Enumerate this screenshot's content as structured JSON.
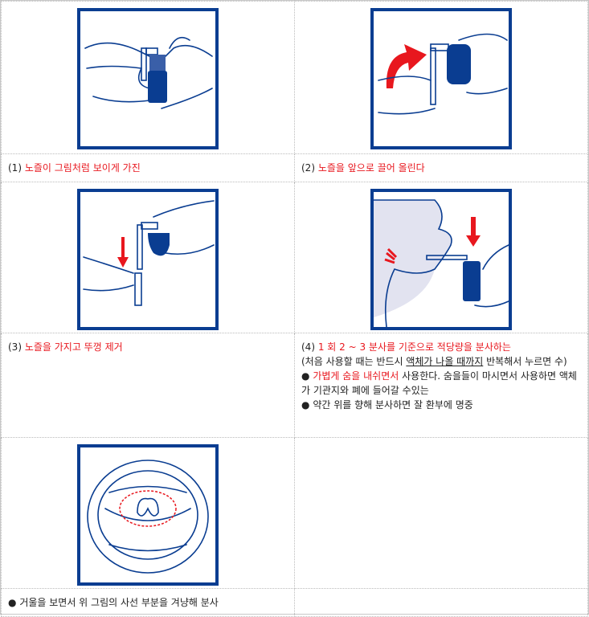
{
  "steps": [
    {
      "num": "(1)",
      "text": "노즐이 그림처럼 보이게 가진"
    },
    {
      "num": "(2)",
      "text": "노즐을 앞으로 끌어 올린다"
    },
    {
      "num": "(3)",
      "text": "노즐을 가지고 뚜껑 제거"
    },
    {
      "num": "(4)",
      "text": "1 회 2 ~ 3 분사를 기준으로 적당량을 분사하는",
      "note_prefix": "(처음 사용할 때는 반드시 ",
      "note_underline": "액체가 나올 때까지",
      "note_suffix": " 반복해서 누르면 수)",
      "bullet1_red": "가볍게 숨을 내쉬면서",
      "bullet1_rest": " 사용한다. 숨을들이 마시면서 사용하면 액체가 기관지와 폐에 들어갈 수있는",
      "bullet2": "약간 위를 향해 분사하면 잘 환부에 명중"
    },
    {
      "bullet": "거울을 보면서 위 그림의 사선 부분을 겨냥해 분사"
    }
  ],
  "bullet_symbol": "●",
  "colors": {
    "frame": "#0a3d91",
    "accent": "#e8171e"
  }
}
